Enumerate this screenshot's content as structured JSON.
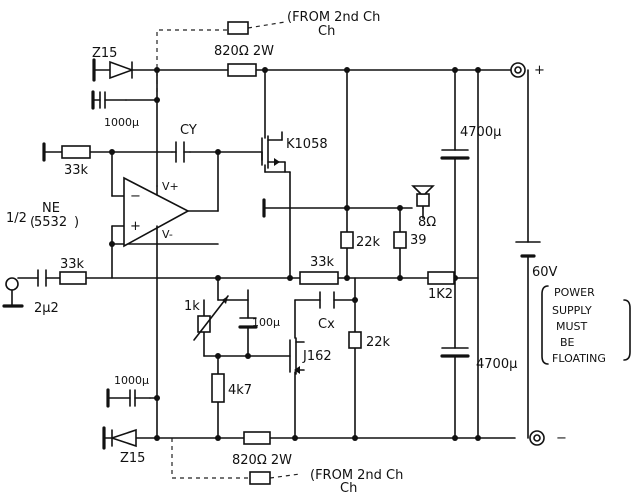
{
  "labels": {
    "from_2nd_ch_top": "(FROM 2nd Ch",
    "from_2nd_ch_bottom": "(FROM 2nd Ch",
    "ch_top": "Ch",
    "ch_bottom": "Ch",
    "z15_top": "Z15",
    "z15_bottom": "Z15",
    "r_820_top": "820Ω 2W",
    "r_820_bottom": "820Ω 2W",
    "c_1000_top": "1000µ",
    "c_1000_bottom": "1000µ",
    "c_y": "CY",
    "c_x": "Cx",
    "q_k1058": "K1058",
    "q_j162": "J162",
    "r_33k_in": "33k",
    "r_33k_fb": "33k",
    "r_33k_mid": "33k",
    "opamp_half": "1/2",
    "opamp_ne": "NE",
    "opamp_5532": "5532",
    "opamp_vplus": "V+",
    "opamp_vminus": "V-",
    "opamp_minus": "−",
    "opamp_plus": "+",
    "c_2u2": "2µ2",
    "r_1k": "1k",
    "c_100u": "100µ",
    "r_4k7": "4k7",
    "r_22k_a": "22k",
    "r_22k_b": "22k",
    "r_39": "39",
    "r_8ohm": "8Ω",
    "r_1k2": "1K2",
    "c_4700_top": "4700µ",
    "c_4700_bottom": "4700µ",
    "v_60": "60V",
    "psu_line1": "POWER",
    "psu_line2": "SUPPLY",
    "psu_line3": "MUST",
    "psu_line4": "BE",
    "psu_line5": "FLOATING",
    "term_plus": "+",
    "term_minus": "−"
  }
}
